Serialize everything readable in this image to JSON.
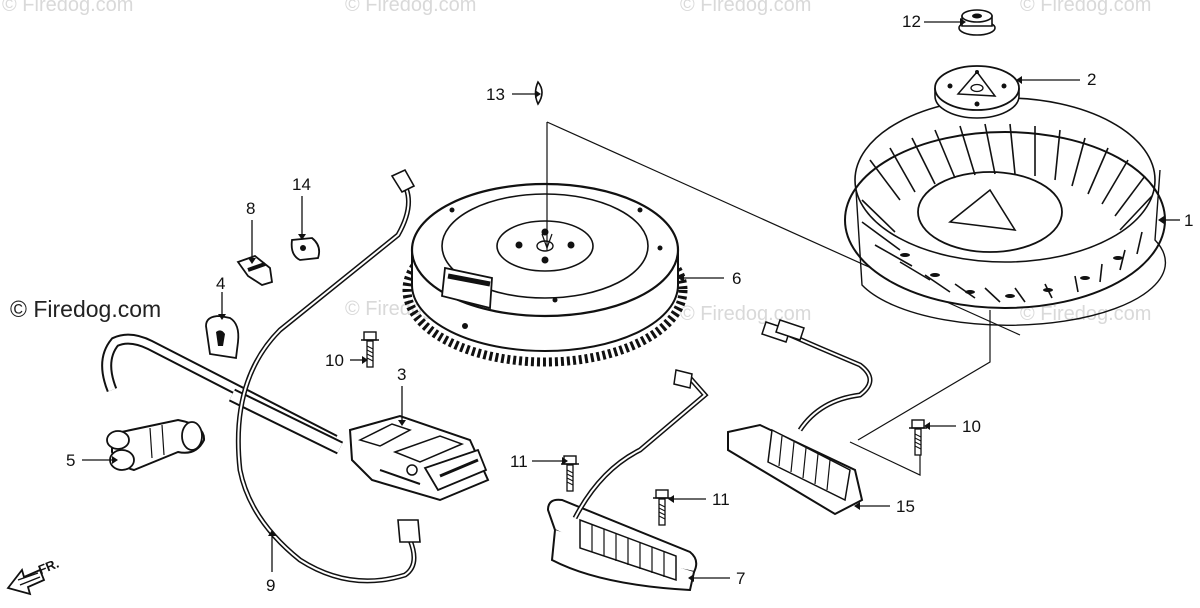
{
  "watermark": "© Firedog.com",
  "brand_watermark": "© Firedog.com",
  "direction_label": "FR.",
  "callouts": [
    {
      "id": "12",
      "label": "12"
    },
    {
      "id": "2",
      "label": "2"
    },
    {
      "id": "13",
      "label": "13"
    },
    {
      "id": "1",
      "label": "1"
    },
    {
      "id": "14",
      "label": "14"
    },
    {
      "id": "8",
      "label": "8"
    },
    {
      "id": "6",
      "label": "6"
    },
    {
      "id": "4",
      "label": "4"
    },
    {
      "id": "10a",
      "label": "10"
    },
    {
      "id": "3",
      "label": "3"
    },
    {
      "id": "10b",
      "label": "10"
    },
    {
      "id": "5",
      "label": "5"
    },
    {
      "id": "11a",
      "label": "11"
    },
    {
      "id": "11b",
      "label": "11"
    },
    {
      "id": "15",
      "label": "15"
    },
    {
      "id": "7",
      "label": "7"
    },
    {
      "id": "9",
      "label": "9"
    }
  ]
}
